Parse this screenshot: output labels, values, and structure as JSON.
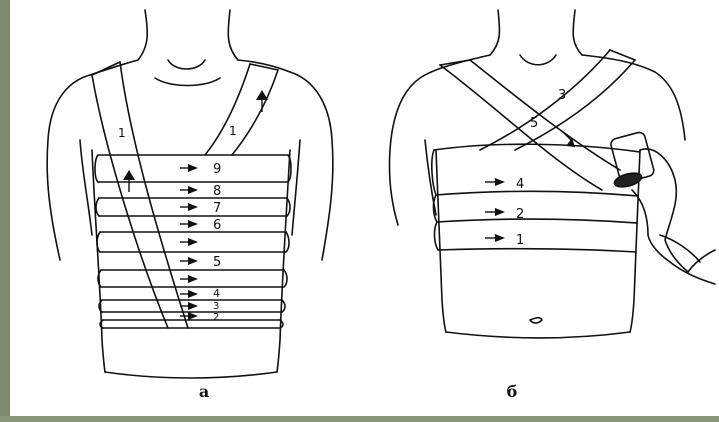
{
  "figure_a": {
    "caption": "а",
    "strap_label": "1",
    "strap_label_2": "1",
    "bands": [
      "9",
      "8",
      "7",
      "6",
      "5",
      "4",
      "3",
      "2"
    ]
  },
  "figure_b": {
    "caption": "б",
    "bands": [
      "4",
      "2",
      "1"
    ],
    "diag_labels": [
      "5",
      "3"
    ]
  }
}
